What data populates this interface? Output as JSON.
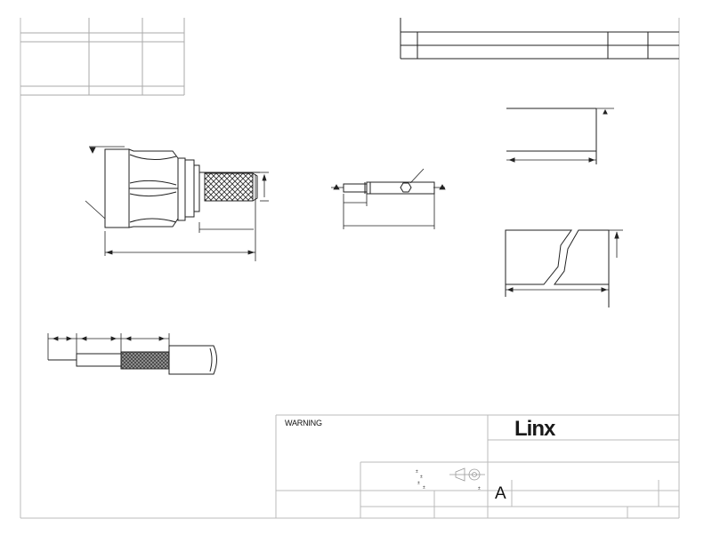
{
  "title_block": {
    "warning_label": "WARNING",
    "logo_text": "Linx",
    "revision_letter": "A"
  },
  "colors": {
    "line": "#222222",
    "border": "#bbbbbb",
    "hatch": "#555555"
  }
}
